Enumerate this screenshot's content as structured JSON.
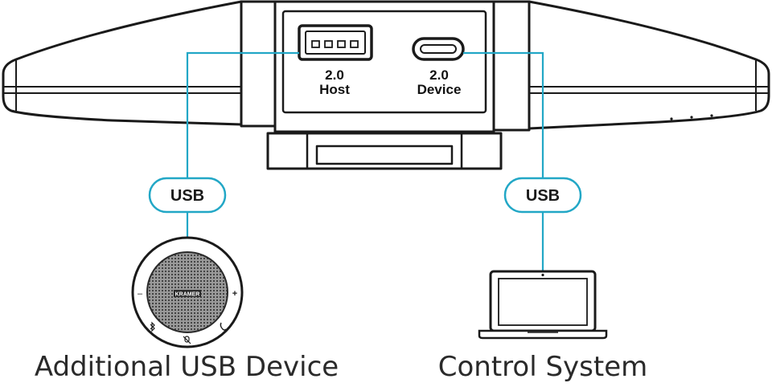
{
  "ports": {
    "host": {
      "line1": "2.0",
      "line2": "Host"
    },
    "device": {
      "line1": "2.0",
      "line2": "Device"
    }
  },
  "cables": {
    "left_tag": "USB",
    "right_tag": "USB"
  },
  "speakerphone": {
    "brand": "KRAMER",
    "minus": "–",
    "plus": "+"
  },
  "labels": {
    "left": "Additional USB Device",
    "right": "Control System"
  },
  "colors": {
    "cable": "#22a7c6",
    "outline": "#1a1a1a",
    "device_fill": "#ffffff"
  }
}
